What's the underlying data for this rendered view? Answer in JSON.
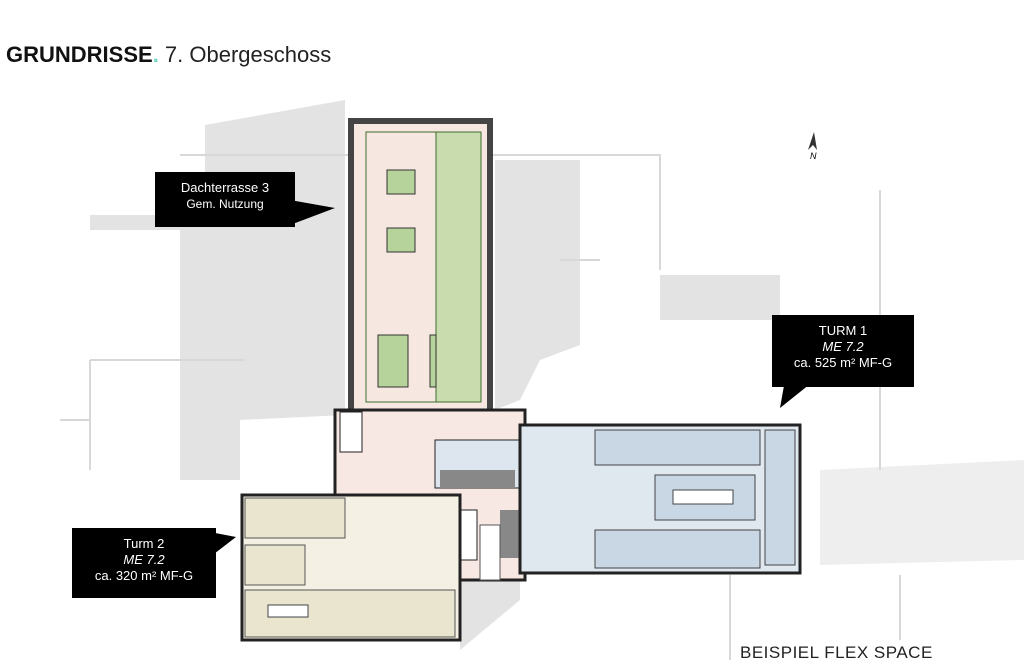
{
  "header": {
    "title_bold": "GRUNDRISSE",
    "title_dot": ".",
    "title_rest": " 7. Obergeschoss"
  },
  "callouts": {
    "dachterrasse": {
      "line1": "Dachterrasse 3",
      "line2": "Gem. Nutzung"
    },
    "turm1": {
      "line1": "TURM 1",
      "line2": "ME 7.2",
      "line3": "ca. 525 m² MF-G"
    },
    "turm2": {
      "line1": "Turm 2",
      "line2": "ME 7.2",
      "line3": "ca. 320 m² MF-G"
    }
  },
  "north_label": "N",
  "footer": {
    "caption": "BEISPIEL FLEX SPACE"
  },
  "colors": {
    "terrace": "#c8dcae",
    "terrace_floor": "#f7e7e1",
    "turm1": "#dfe7ef",
    "turm2": "#f4f1e4",
    "core": "#f8e8e4",
    "context": "#e3e3e3"
  }
}
